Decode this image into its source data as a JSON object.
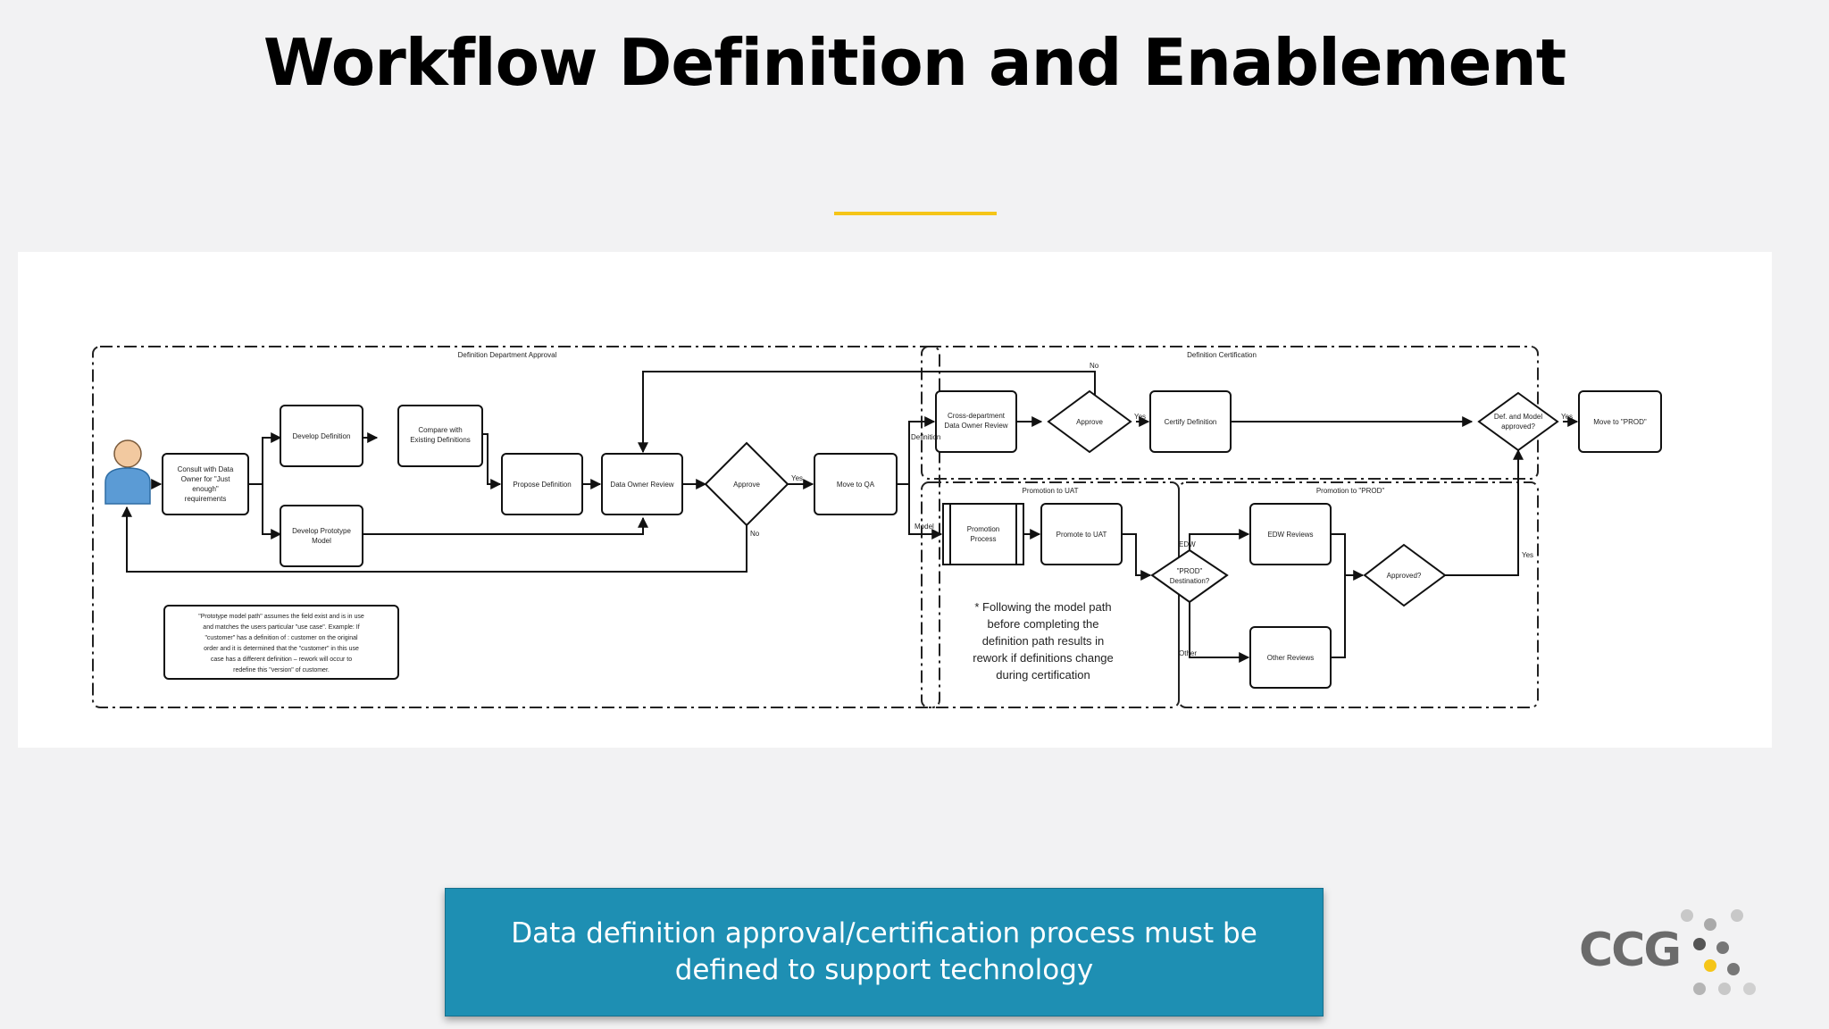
{
  "slide": {
    "title": "Workflow Definition and Enablement",
    "callout": "Data definition approval/certification process must be defined to support technology",
    "logo_text": "CCG"
  },
  "colors": {
    "accent": "#f5c518",
    "callout_bg": "#1e8fb3",
    "person_icon": "#5b9bd5",
    "logo_gray": "#6b6b6b"
  },
  "diagram": {
    "swimlanes": {
      "dept_approval": "Definition Department Approval",
      "certification": "Definition Certification",
      "promotion_uat": "Promotion to UAT",
      "promotion_prod": "Promotion to \"PROD\""
    },
    "nodes": {
      "consult": [
        "Consult with Data",
        "Owner for \"Just",
        "enough\"",
        "requirements"
      ],
      "develop_definition": [
        "Develop Definition"
      ],
      "compare_existing": [
        "Compare with",
        "Existing Definitions"
      ],
      "develop_prototype": [
        "Develop Prototype",
        "Model"
      ],
      "propose_definition": [
        "Propose Definition"
      ],
      "data_owner_review": [
        "Data Owner Review"
      ],
      "approve_1": [
        "Approve"
      ],
      "move_to_qa": [
        "Move to QA"
      ],
      "cross_dept_review": [
        "Cross-department",
        "Data Owner Review"
      ],
      "approve_2": [
        "Approve"
      ],
      "certify_definition": [
        "Certify Definition"
      ],
      "def_model_approved": [
        "Def. and Model",
        "approved?"
      ],
      "move_to_prod": [
        "Move to \"PROD\""
      ],
      "promotion_process": [
        "Promotion",
        "Process"
      ],
      "promote_to_uat": [
        "Promote to UAT"
      ],
      "prod_destination": [
        "\"PROD\"",
        "Destination?"
      ],
      "edw_reviews": [
        "EDW Reviews"
      ],
      "other_reviews": [
        "Other Reviews"
      ],
      "approved_q": [
        "Approved?"
      ]
    },
    "edge_labels": {
      "yes_1": "Yes",
      "no_1": "No",
      "no_2": "No",
      "yes_2": "Yes",
      "yes_3": "Yes",
      "yes_4": "Yes",
      "definition": "Definition",
      "model": "Model",
      "edw": "EDW",
      "other": "Other"
    },
    "prototype_note": [
      "\"Prototype model path\" assumes the field exist and is in use",
      "and matches the users particular \"use case\". Example: If",
      "\"customer\" has a definition of : customer on the original",
      "order and it is determined that the \"customer\" in this use",
      "case has a different definition – rework will occur to",
      "redefine this \"version\" of customer."
    ],
    "model_path_note": [
      "* Following the model path",
      "before completing the",
      "definition path results in",
      "rework if definitions change",
      "during certification"
    ]
  }
}
